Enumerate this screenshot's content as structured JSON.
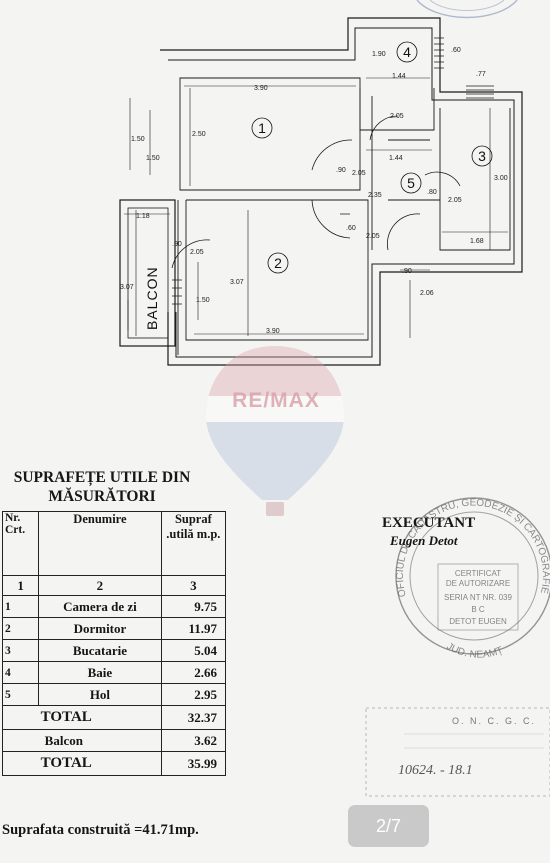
{
  "viewer": {
    "page_indicator": "2/7"
  },
  "floorplan": {
    "rooms": [
      {
        "no": "1"
      },
      {
        "no": "2"
      },
      {
        "no": "3"
      },
      {
        "no": "4"
      },
      {
        "no": "5"
      }
    ],
    "balcony_label": "BALCON",
    "dimensions": [
      "3.90",
      "2.50",
      "1.50",
      "1.50",
      "1.90",
      "1.44",
      "2.05",
      ".90",
      "2.05",
      "1.44",
      "2.35",
      ".80",
      "2.05",
      "3.00",
      "1.68",
      "1.18",
      ".90",
      "2.05",
      "3.07",
      "3.07",
      "1.50",
      "3.90",
      ".60",
      "2.05",
      ".90",
      "2.06",
      ".60",
      ".77"
    ]
  },
  "watermark": {
    "brand": "RE/MAX",
    "colors": {
      "red": "#d9a0a8",
      "blue": "#a9bcd8"
    }
  },
  "table": {
    "title_line1": "SUPRAFEȚE UTILE DIN",
    "title_line2": "MĂSURĂTORI",
    "headers": {
      "nr": "Nr. Crt.",
      "name": "Denumire",
      "area": "Supraf .utilă m.p."
    },
    "index_row": [
      "1",
      "2",
      "3"
    ],
    "rows": [
      {
        "nr": "1",
        "name": "Camera de zi",
        "area": "9.75"
      },
      {
        "nr": "2",
        "name": "Dormitor",
        "area": "11.97"
      },
      {
        "nr": "3",
        "name": "Bucatarie",
        "area": "5.04"
      },
      {
        "nr": "4",
        "name": "Baie",
        "area": "2.66"
      },
      {
        "nr": "5",
        "name": "Hol",
        "area": "2.95"
      }
    ],
    "total1": {
      "label": "TOTAL",
      "area": "32.37"
    },
    "balcony": {
      "label": "Balcon",
      "area": "3.62"
    },
    "total2": {
      "label": "TOTAL",
      "area": "35.99"
    }
  },
  "built_area": "Suprafata construită =41.71mp.",
  "executant": {
    "label": "EXECUTANT",
    "name": "Eugen Detot"
  },
  "seal": {
    "ring_text": "OFICIUL DE CADASTRU, GEODEZIE ȘI CARTOGRAFIE",
    "bottom": "JUD. NEAMȚ",
    "lines": [
      "CERTIFICAT",
      "DE AUTORIZARE",
      "SERIA NT NR. 039",
      "B C",
      "DETOT EUGEN"
    ]
  },
  "stamp2": {
    "code": "O. N. C. G. C.",
    "handwritten": "10624.  -  18.1"
  }
}
